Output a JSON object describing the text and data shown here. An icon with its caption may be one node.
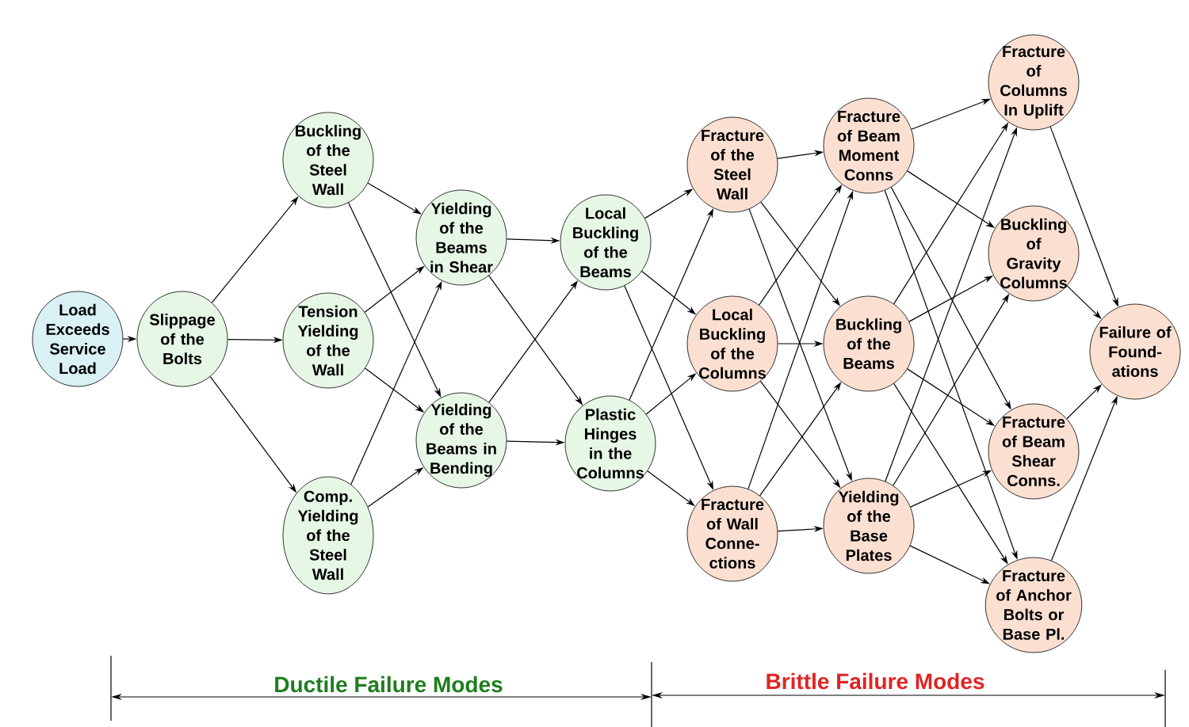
{
  "diagram": {
    "nodes": [
      {
        "text": [
          "Load Exceeds Service Load"
        ]
      },
      {
        "text": [
          "Slippage of the Bolts"
        ]
      },
      {
        "text": [
          "Buckling of the Steel Wall"
        ]
      },
      {
        "text": [
          "Tension Yielding of the Wall"
        ]
      },
      {
        "text": [
          "Comp. Yielding of the Steel Wall"
        ]
      },
      {
        "text": [
          "Yielding of the Beams in Shear"
        ]
      },
      {
        "text": [
          "Yielding of the Beams in Bending"
        ]
      },
      {
        "text": [
          "Local Buckling of the Beams"
        ]
      },
      {
        "text": [
          "Plastic Hinges in the Columns"
        ]
      },
      {
        "text": [
          "Fracture of the Steel Wall"
        ]
      },
      {
        "text": [
          "Local Buckling of the Columns"
        ]
      },
      {
        "text": [
          "Fracture of Wall Conne-ctions"
        ]
      },
      {
        "text": [
          "Fracture of Beam Moment Conns"
        ]
      },
      {
        "text": [
          "Buckling of the Beams"
        ]
      },
      {
        "text": [
          "Yielding of the Base Plates"
        ]
      },
      {
        "text": [
          "Fracture of Columns In Uplift"
        ]
      },
      {
        "text": [
          "Buckling of Gravity Columns"
        ]
      },
      {
        "text": [
          "Fracture of Beam Shear Conns."
        ]
      },
      {
        "text": [
          "Fracture of Anchor Bolts or Base Pl."
        ]
      },
      {
        "text": [
          "Failure of Found-ations"
        ]
      }
    ],
    "edges": [
      {
        "from": 0,
        "to": 1,
        "arrow": "to"
      },
      {
        "from": 1,
        "to": 2,
        "arrow": "to"
      },
      {
        "from": 1,
        "to": 3,
        "arrow": "to"
      },
      {
        "from": 1,
        "to": 4,
        "arrow": "to"
      },
      {
        "from": 2,
        "to": 5,
        "arrow": "to"
      },
      {
        "from": 2,
        "to": 6,
        "arrow": "to"
      },
      {
        "from": 3,
        "to": 5,
        "arrow": "to"
      },
      {
        "from": 3,
        "to": 6,
        "arrow": "to"
      },
      {
        "from": 4,
        "to": 5,
        "arrow": "to"
      },
      {
        "from": 4,
        "to": 6,
        "arrow": "to"
      },
      {
        "from": 5,
        "to": 7,
        "arrow": "to"
      },
      {
        "from": 5,
        "to": 8,
        "arrow": "to"
      },
      {
        "from": 6,
        "to": 7,
        "arrow": "to"
      },
      {
        "from": 6,
        "to": 8,
        "arrow": "to"
      },
      {
        "from": 7,
        "to": 9,
        "arrow": "to"
      },
      {
        "from": 7,
        "to": 10,
        "arrow": "to"
      },
      {
        "from": 7,
        "to": 11,
        "arrow": "to"
      },
      {
        "from": 8,
        "to": 9,
        "arrow": "to"
      },
      {
        "from": 8,
        "to": 10,
        "arrow": "to"
      },
      {
        "from": 8,
        "to": 11,
        "arrow": "to"
      },
      {
        "from": 9,
        "to": 12,
        "arrow": "to"
      },
      {
        "from": 9,
        "to": 13,
        "arrow": "to"
      },
      {
        "from": 9,
        "to": 14,
        "arrow": "to"
      },
      {
        "from": 10,
        "to": 12,
        "arrow": "to"
      },
      {
        "from": 10,
        "to": 13,
        "arrow": "to"
      },
      {
        "from": 10,
        "to": 14,
        "arrow": "to"
      },
      {
        "from": 11,
        "to": 12,
        "arrow": "to"
      },
      {
        "from": 11,
        "to": 13,
        "arrow": "to"
      },
      {
        "from": 11,
        "to": 14,
        "arrow": "to"
      },
      {
        "from": 12,
        "to": 15,
        "arrow": "to"
      },
      {
        "from": 12,
        "to": 16,
        "arrow": "to"
      },
      {
        "from": 12,
        "to": 17,
        "arrow": "to"
      },
      {
        "from": 12,
        "to": 18,
        "arrow": "to"
      },
      {
        "from": 13,
        "to": 15,
        "arrow": "to"
      },
      {
        "from": 13,
        "to": 16,
        "arrow": "to"
      },
      {
        "from": 13,
        "to": 17,
        "arrow": "to"
      },
      {
        "from": 13,
        "to": 18,
        "arrow": "to"
      },
      {
        "from": 14,
        "to": 15,
        "arrow": "to"
      },
      {
        "from": 14,
        "to": 16,
        "arrow": "to"
      },
      {
        "from": 14,
        "to": 17,
        "arrow": "to"
      },
      {
        "from": 14,
        "to": 18,
        "arrow": "to"
      },
      {
        "from": 15,
        "to": 19,
        "arrow": "to"
      },
      {
        "from": 16,
        "to": 19,
        "arrow": "to"
      },
      {
        "from": 17,
        "to": 19,
        "arrow": "to"
      },
      {
        "from": 18,
        "to": 19,
        "arrow": "to"
      }
    ],
    "labels": [
      "Ductile Failure Modes",
      "Brittle Failure Modes"
    ]
  }
}
